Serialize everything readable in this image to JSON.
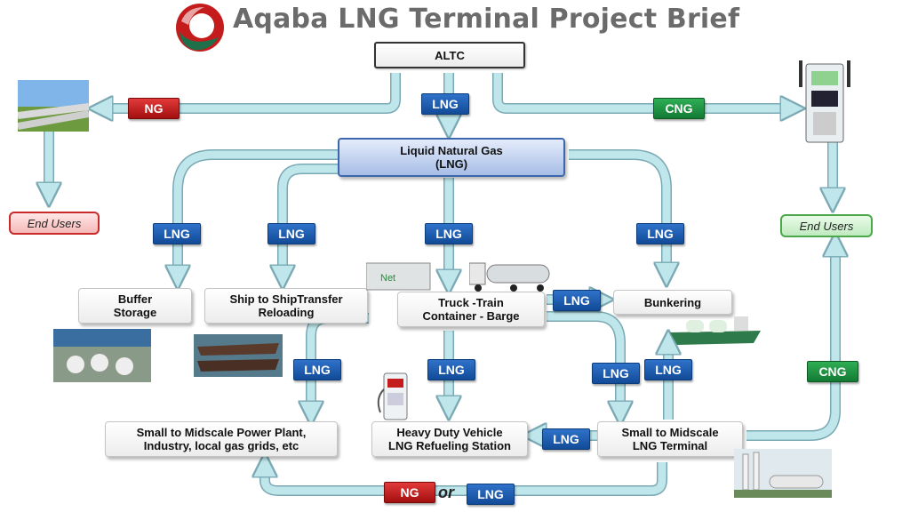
{
  "title": "Aqaba LNG Terminal Project Brief",
  "nodes": {
    "altc": "ALTC",
    "lng_center_line1": "Liquid Natural Gas",
    "lng_center_line2": "(LNG)",
    "buffer_line1": "Buffer",
    "buffer_line2": "Storage",
    "ship_line1": "Ship to ShipTransfer",
    "ship_line2": "Reloading",
    "truck_line1": "Truck -Train",
    "truck_line2": "Container - Barge",
    "bunkering": "Bunkering",
    "power_line1": "Small to Midscale Power Plant,",
    "power_line2": "Industry, local gas grids, etc",
    "hdv_line1": "Heavy Duty Vehicle",
    "hdv_line2": "LNG Refueling Station",
    "terminal_line1": "Small to Midscale",
    "terminal_line2": "LNG Terminal",
    "end_users_left": "End Users",
    "end_users_right": "End Users"
  },
  "tags": {
    "ng": "NG",
    "lng": "LNG",
    "cng": "CNG",
    "or": "or",
    "container_text": "Net"
  },
  "colors": {
    "arrow": "#bfe6ea",
    "arrow_edge": "#7aa9b4",
    "lng_tag": "#1a5aad",
    "ng_tag": "#c41c1c",
    "cng_tag": "#1f8f45",
    "center_border": "#3d67ad",
    "title": "#6b6b6b"
  },
  "icons": [
    "pipeline-photo",
    "cng-dispenser-photo",
    "lng-container-photo",
    "lng-truck-photo",
    "storage-tanks-photo",
    "ships-photo",
    "lng-dispenser-photo",
    "lng-bunker-vessel-photo",
    "lng-terminal-photo",
    "logo"
  ]
}
